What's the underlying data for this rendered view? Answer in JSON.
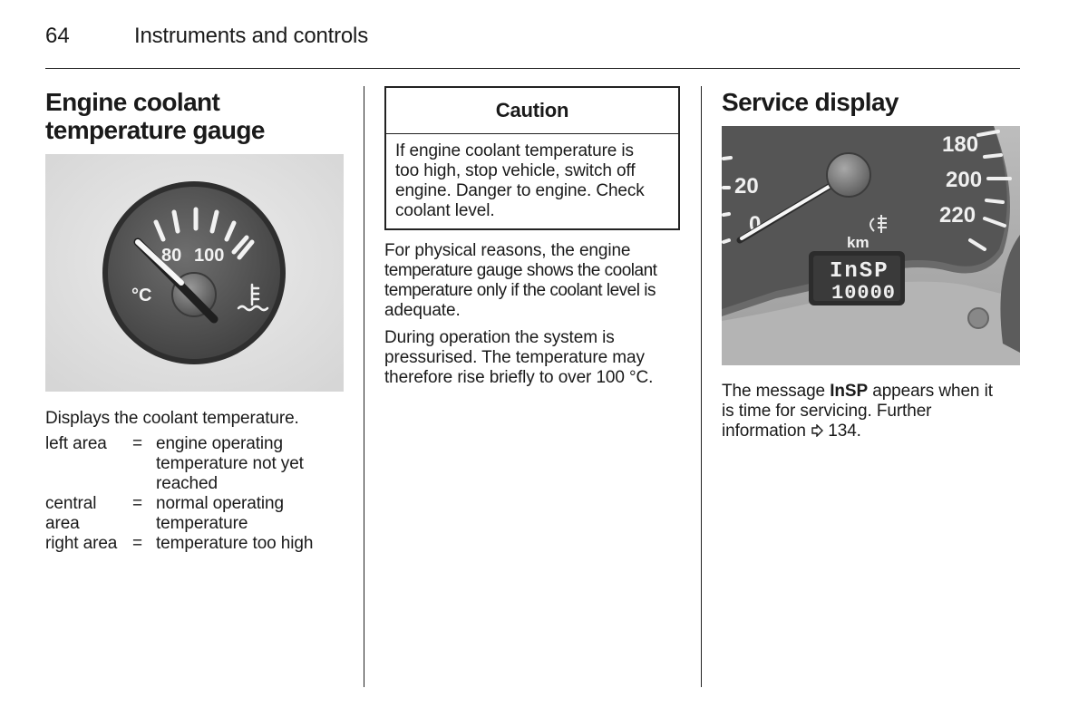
{
  "header": {
    "page_number": "64",
    "section_title": "Instruments and controls"
  },
  "left_column": {
    "heading_line1": "Engine coolant",
    "heading_line2": "temperature gauge",
    "gauge": {
      "label_80": "80",
      "label_100": "100",
      "unit": "°C"
    },
    "description": "Displays the coolant temperature.",
    "legend": [
      {
        "term_line1": "left area",
        "term_line2": "",
        "eq": "=",
        "def_line1": "engine operating",
        "def_line2": "temperature not yet",
        "def_line3": "reached"
      },
      {
        "term_line1": "central",
        "term_line2": "area",
        "eq": "=",
        "def_line1": "normal operating",
        "def_line2": "temperature",
        "def_line3": ""
      },
      {
        "term_line1": "right area",
        "term_line2": "",
        "eq": "=",
        "def_line1": "temperature too high",
        "def_line2": "",
        "def_line3": ""
      }
    ]
  },
  "middle_column": {
    "caution_title": "Caution",
    "caution_lines": [
      "If engine coolant temperature is",
      "too high, stop vehicle, switch off",
      "engine. Danger to engine. Check",
      "coolant level."
    ],
    "para1_lines": [
      "For physical reasons, the engine",
      "temperature gauge shows the coolant",
      "temperature only if the coolant level is",
      "adequate."
    ],
    "para2_lines": [
      "During operation the system is",
      "pressurised. The temperature may",
      "therefore rise briefly to over 100 °C."
    ]
  },
  "right_column": {
    "heading": "Service display",
    "speedo": {
      "mark_180": "180",
      "mark_200": "200",
      "mark_220": "220",
      "mark_20": "20",
      "mark_0": "0",
      "unit": "km",
      "display_line1": "InSP",
      "display_line2": "10000"
    },
    "para_before": "The message ",
    "para_bold": "InSP",
    "para_after": " appears when it",
    "para_line2": "is time for servicing. Further",
    "para_line3_text": "information ",
    "para_line3_ref": "134."
  }
}
